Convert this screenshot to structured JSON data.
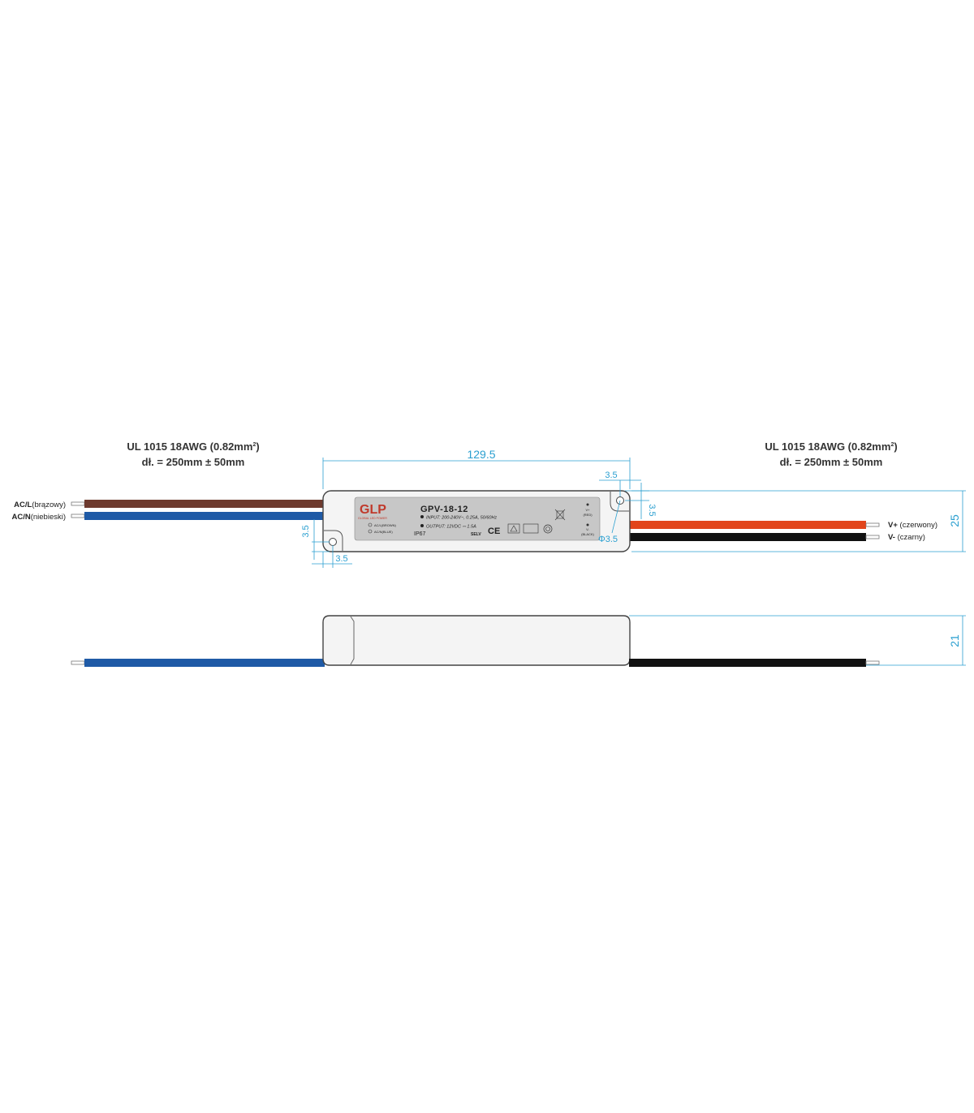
{
  "left_spec": {
    "line1": "UL 1015 18AWG (0.82mm",
    "sup": "2",
    "line1_end": ")",
    "line2": "dł. = 250mm ± 50mm"
  },
  "right_spec": {
    "line1": "UL 1015 18AWG (0.82mm",
    "sup": "2",
    "line1_end": ")",
    "line2": "dł. = 250mm ± 50mm"
  },
  "wires": {
    "acl_bold": "AC/L",
    "acl_rest": "(brązowy)",
    "acn_bold": "AC/N",
    "acn_rest": "(niebieski)",
    "vplus_bold": "V+",
    "vplus_rest": " (czerwony)",
    "vminus_bold": "V-",
    "vminus_rest": " (czarny)"
  },
  "dimensions": {
    "length": "129.5",
    "hole_offset_top": "3.5",
    "hole_offset_side": "3.5",
    "hole_offset_left_v": "3.5",
    "hole_offset_left_h": "3.5",
    "hole_diameter": "Φ3.5",
    "width": "25",
    "height": "21"
  },
  "label": {
    "brand": "GLP",
    "brand_sub": "GLOBAL LED POWER",
    "model": "GPV-18-12",
    "input": "INPUT: 200-240V~, 0.25A, 50/60Hz",
    "output": "OUTPUT: 12VDC ⎓ 1.5A",
    "ip": "IP67",
    "ac_brown": "AC/L(BROWN)",
    "ac_blue": "AC/N(BLUE)",
    "v_plus": "V+",
    "v_plus_color": "(RED)",
    "v_minus": "V-",
    "v_minus_color": "(BLACK)",
    "selv": "SELV"
  },
  "colors": {
    "dimension": "#2a9fd0",
    "brown_wire": "#6e3a2e",
    "blue_wire": "#1f5aa6",
    "red_wire": "#e2451b",
    "black_wire": "#111111",
    "case_fill": "#f2f2f2",
    "label_fill": "#c7c7c7"
  }
}
